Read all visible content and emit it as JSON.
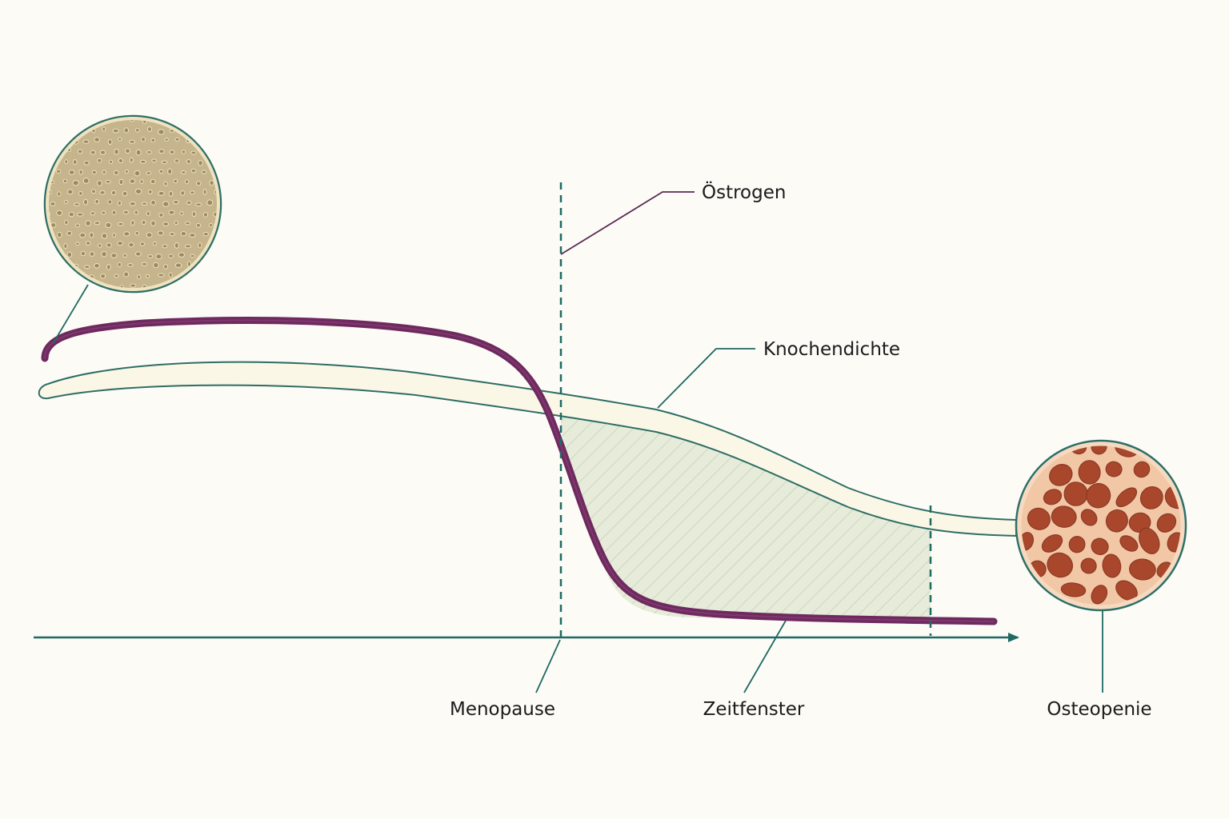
{
  "labels": {
    "estrogen": "Östrogen",
    "bone_density": "Knochendichte",
    "menopause": "Menopause",
    "time_window": "Zeitfenster",
    "osteopenia": "Osteopenie"
  },
  "colors": {
    "background": "#fcfbf6",
    "estrogen_curve": "#6e2a5f",
    "bone_band_fill": "#fbf7e6",
    "bone_band_stroke": "#2f6e66",
    "axis": "#1f6a63",
    "window_fill": "#e6ecd9",
    "healthy_bone": "#f3e8c8",
    "osteopenic_bone": "#a8472c"
  },
  "icons": {
    "healthy": "healthy-bone-cross-section-icon",
    "osteopenic": "osteopenic-bone-cross-section-icon"
  }
}
